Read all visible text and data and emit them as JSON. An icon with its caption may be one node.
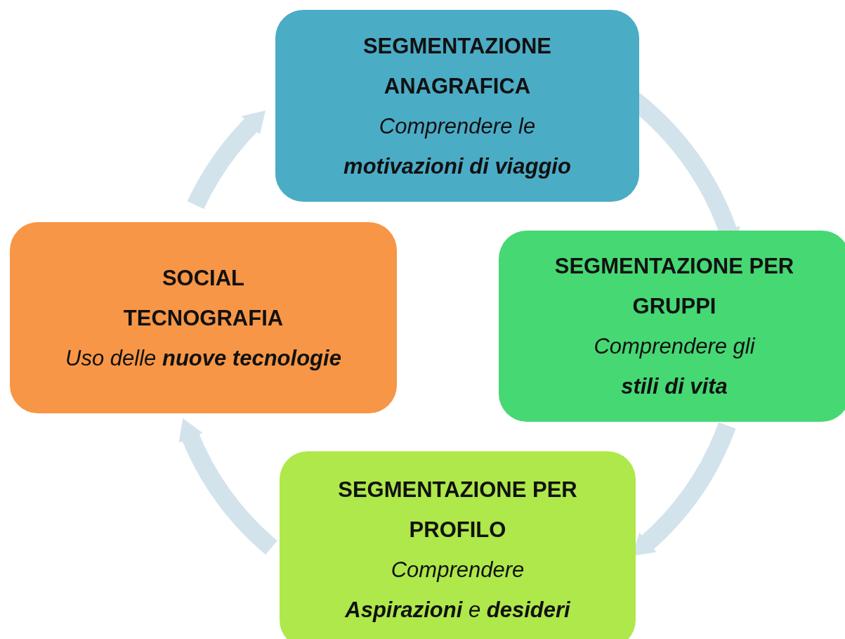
{
  "diagram": {
    "nodes": [
      {
        "text": [
          "SEGMENTAZIONE ANAGRAFICA",
          "Comprendere  le **motivazioni di viaggio**"
        ]
      },
      {
        "text": [
          "SEGMENTAZIONE PER GRUPPI",
          "Comprendere gli **stili di vita**"
        ]
      },
      {
        "text": [
          "SEGMENTAZIONE PER PROFILO",
          "Comprendere **Aspirazioni** e **desideri**"
        ]
      },
      {
        "text": [
          "SOCIAL TECNOGRAFIA",
          "Uso delle **nuove tecnologie**"
        ]
      }
    ],
    "edges": [
      {
        "from": 0,
        "to": 1,
        "arrow": "to"
      },
      {
        "from": 1,
        "to": 2,
        "arrow": "to"
      },
      {
        "from": 2,
        "to": 3,
        "arrow": "to"
      },
      {
        "from": 3,
        "to": 0,
        "arrow": "to"
      }
    ]
  }
}
